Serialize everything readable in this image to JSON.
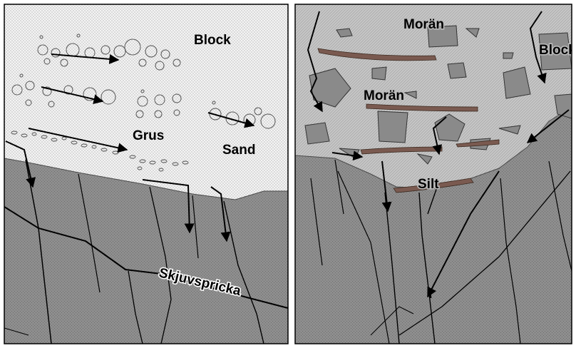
{
  "left_panel": {
    "labels": {
      "block": "Block",
      "grus": "Grus",
      "sand": "Sand",
      "shear_fracture": "Skjuvspricka"
    }
  },
  "right_panel": {
    "labels": {
      "moraine_top": "Morän",
      "moraine_mid": "Morän",
      "block": "Block",
      "silt": "Silt"
    }
  },
  "colors": {
    "bedrock": "#8c8c8c",
    "sediment": "#f0f0f0",
    "till": "#c4c4c4",
    "boulder": "#8a8a8a",
    "silt_lens": "#7a5a50",
    "frame": "#000000"
  }
}
